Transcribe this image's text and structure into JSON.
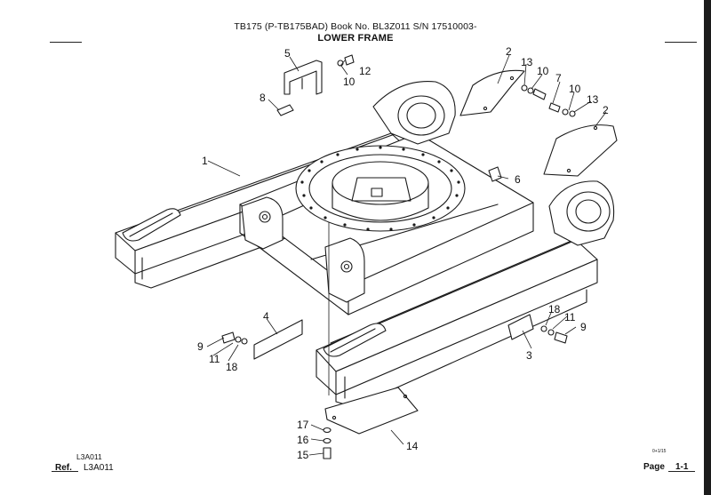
{
  "header": {
    "line1": "TB175 (P-TB175BAD) Book No. BL3Z011 S/N 17510003-",
    "title": "LOWER FRAME"
  },
  "footer": {
    "ref_small": "L3A011",
    "ref_label": "Ref.",
    "ref_value": "L3A011",
    "page_small": "0+1/15",
    "page_label": "Page",
    "page_value": "1-1"
  },
  "callouts": {
    "c1": "1",
    "c2a": "2",
    "c2b": "2",
    "c3": "3",
    "c4": "4",
    "c5": "5",
    "c6": "6",
    "c7": "7",
    "c8": "8",
    "c9a": "9",
    "c9b": "9",
    "c10a": "10",
    "c10b": "10",
    "c10c": "10",
    "c11a": "11",
    "c11b": "11",
    "c12": "12",
    "c13a": "13",
    "c13b": "13",
    "c14": "14",
    "c15": "15",
    "c16": "16",
    "c17": "17",
    "c18a": "18",
    "c18b": "18"
  }
}
